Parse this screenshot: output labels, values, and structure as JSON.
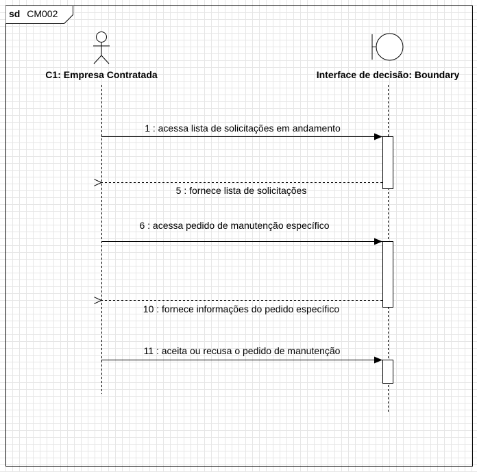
{
  "frame": {
    "keyword": "sd",
    "name": "CM002"
  },
  "lifelines": [
    {
      "label": "C1: Empresa Contratada",
      "kind": "actor"
    },
    {
      "label": "Interface de decisão: Boundary",
      "kind": "boundary"
    }
  ],
  "messages": [
    {
      "label": "1 : acessa lista de solicitações em andamento",
      "type": "call",
      "from": 0,
      "to": 1
    },
    {
      "label": "5 : fornece lista de solicitações",
      "type": "return",
      "from": 1,
      "to": 0
    },
    {
      "label": "6 : acessa pedido de manutenção específico",
      "type": "call",
      "from": 0,
      "to": 1
    },
    {
      "label": "10 : fornece informações do pedido específico",
      "type": "return",
      "from": 1,
      "to": 0
    },
    {
      "label": "11 : aceita ou recusa o pedido de manutenção",
      "type": "call",
      "from": 0,
      "to": 1
    }
  ]
}
